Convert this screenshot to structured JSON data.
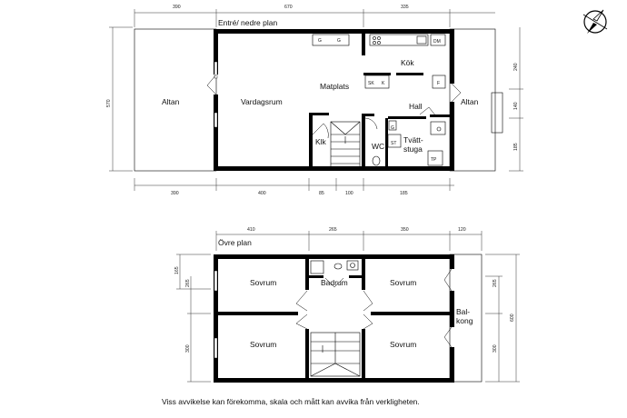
{
  "titles": {
    "lower": "Entré/ nedre plan",
    "upper": "Övre plan"
  },
  "lower_rooms": {
    "altan_left": "Altan",
    "vardagsrum": "Vardagsrum",
    "matplats": "Matplats",
    "kok": "Kök",
    "hall": "Hall",
    "altan_right": "Altan",
    "klk": "Klk",
    "wc": "WC",
    "tvattstuga_1": "Tvätt-",
    "tvattstuga_2": "stuga"
  },
  "lower_fixtures": {
    "g1": "G",
    "g2": "G",
    "dm": "DM",
    "sk": "SK",
    "k": "K",
    "f": "F",
    "st": "ST",
    "tp": "TP",
    "g3": "G"
  },
  "lower_dims": {
    "top": [
      "390",
      "670",
      "335"
    ],
    "bottom": [
      "390",
      "400",
      "85",
      "100",
      "185"
    ],
    "left": "570",
    "right": [
      "240",
      "140",
      "185"
    ]
  },
  "upper_rooms": {
    "sovrum_tl": "Sovrum",
    "badrum": "Badrum",
    "sovrum_tr": "Sovrum",
    "sovrum_bl": "Sovrum",
    "sovrum_br": "Sovrum",
    "balkong_1": "Bal-",
    "balkong_2": "kong"
  },
  "upper_dims": {
    "top": [
      "410",
      "265",
      "350",
      "120"
    ],
    "left": [
      "165",
      "265",
      "300"
    ],
    "right_inner": [
      "265",
      "300"
    ],
    "right_outer": "600"
  },
  "footer": {
    "note": "Viss avvikelse kan förekomma, skala och mått kan avvika från verkligheten."
  },
  "icons": {
    "compass": "compass-rose-icon"
  }
}
